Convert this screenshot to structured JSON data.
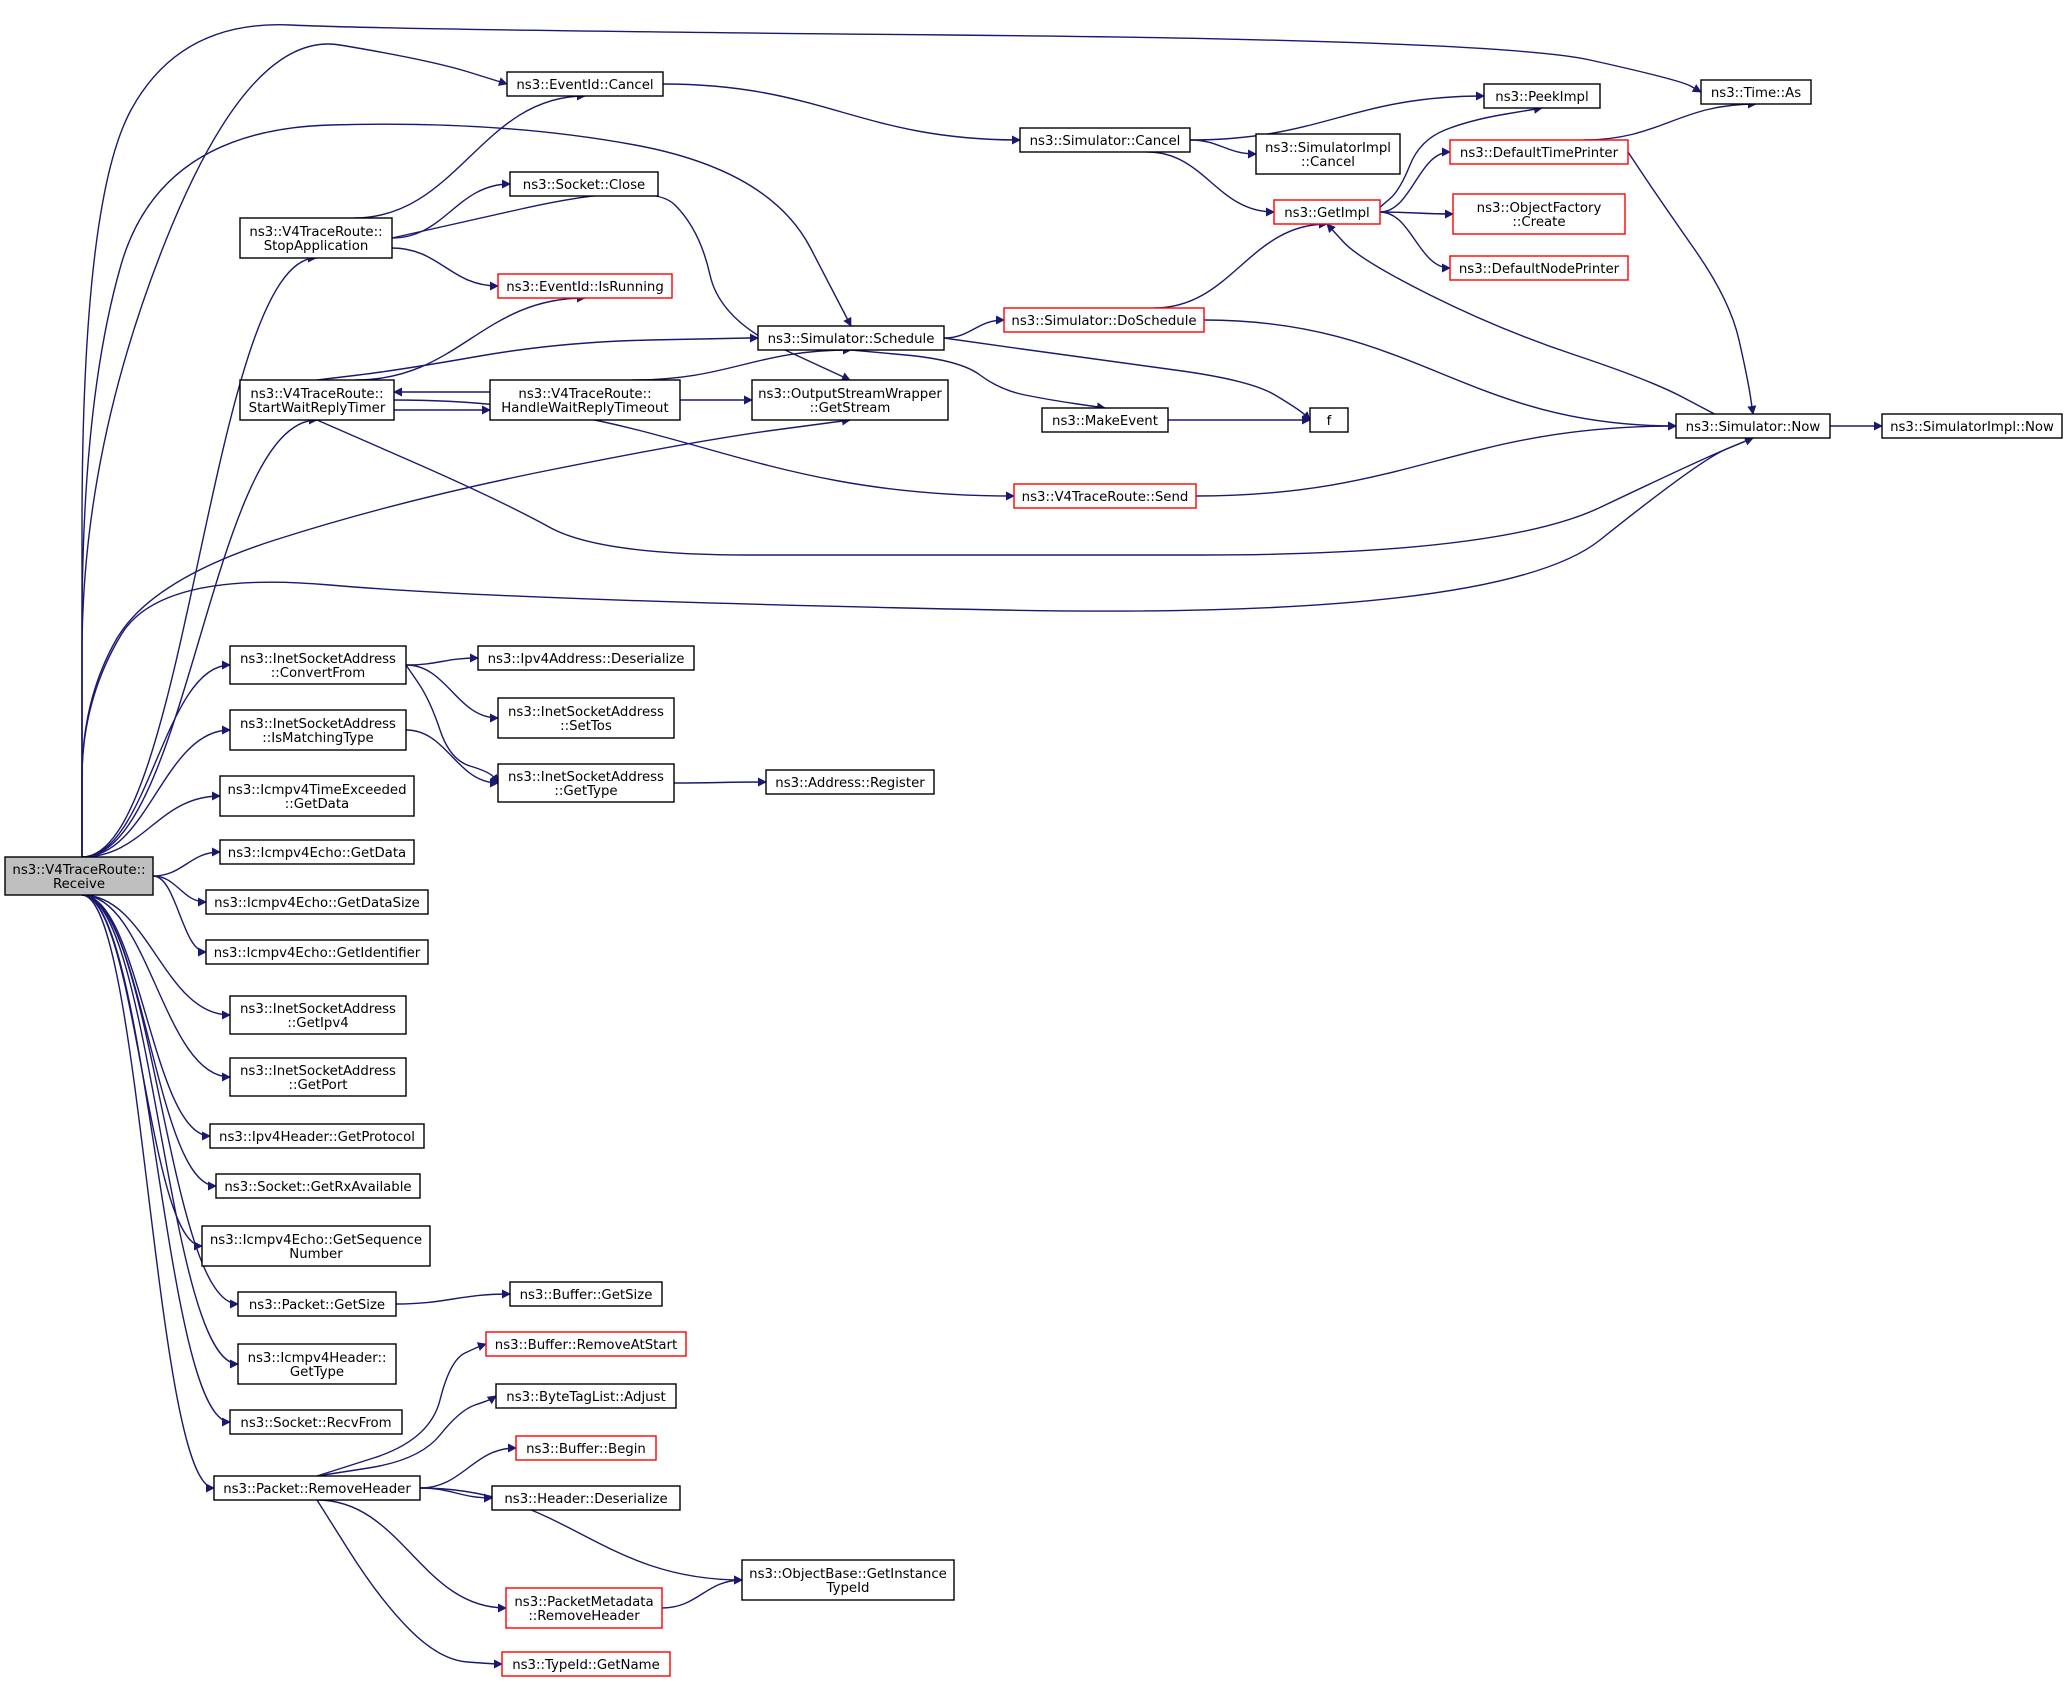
{
  "colors": {
    "edge": "#191970",
    "node_border": "#000000",
    "node_border_truncated": "#ff0000",
    "root_fill": "#bfbfbf",
    "node_fill": "#ffffff"
  },
  "nodes": [
    {
      "id": "root",
      "lines": [
        "ns3::V4TraceRoute::",
        "Receive"
      ],
      "style": "root"
    },
    {
      "id": "eventid_cancel",
      "lines": [
        "ns3::EventId::Cancel"
      ],
      "style": "black"
    },
    {
      "id": "time_as",
      "lines": [
        "ns3::Time::As"
      ],
      "style": "black"
    },
    {
      "id": "stopapp",
      "lines": [
        "ns3::V4TraceRoute::",
        "StopApplication"
      ],
      "style": "black"
    },
    {
      "id": "socket_close",
      "lines": [
        "ns3::Socket::Close"
      ],
      "style": "black"
    },
    {
      "id": "eventid_isrunning",
      "lines": [
        "ns3::EventId::IsRunning"
      ],
      "style": "red"
    },
    {
      "id": "sim_cancel",
      "lines": [
        "ns3::Simulator::Cancel"
      ],
      "style": "black"
    },
    {
      "id": "peekimpl",
      "lines": [
        "ns3::PeekImpl"
      ],
      "style": "black"
    },
    {
      "id": "simimpl_cancel",
      "lines": [
        "ns3::SimulatorImpl",
        "::Cancel"
      ],
      "style": "black"
    },
    {
      "id": "getimpl",
      "lines": [
        "ns3::GetImpl"
      ],
      "style": "red"
    },
    {
      "id": "defaulttimeprinter",
      "lines": [
        "ns3::DefaultTimePrinter"
      ],
      "style": "red"
    },
    {
      "id": "objectfactory_create",
      "lines": [
        "ns3::ObjectFactory",
        "::Create"
      ],
      "style": "red"
    },
    {
      "id": "defaultnodeprinter",
      "lines": [
        "ns3::DefaultNodePrinter"
      ],
      "style": "red"
    },
    {
      "id": "startwait",
      "lines": [
        "ns3::V4TraceRoute::",
        "StartWaitReplyTimer"
      ],
      "style": "black"
    },
    {
      "id": "handlewait",
      "lines": [
        "ns3::V4TraceRoute::",
        "HandleWaitReplyTimeout"
      ],
      "style": "black"
    },
    {
      "id": "sim_schedule",
      "lines": [
        "ns3::Simulator::Schedule"
      ],
      "style": "black"
    },
    {
      "id": "getstream",
      "lines": [
        "ns3::OutputStreamWrapper",
        "::GetStream"
      ],
      "style": "black"
    },
    {
      "id": "doschedule",
      "lines": [
        "ns3::Simulator::DoSchedule"
      ],
      "style": "red"
    },
    {
      "id": "makeevent",
      "lines": [
        "ns3::MakeEvent"
      ],
      "style": "black"
    },
    {
      "id": "f",
      "lines": [
        "f"
      ],
      "style": "black"
    },
    {
      "id": "v4send",
      "lines": [
        "ns3::V4TraceRoute::Send"
      ],
      "style": "red"
    },
    {
      "id": "sim_now",
      "lines": [
        "ns3::Simulator::Now"
      ],
      "style": "black"
    },
    {
      "id": "simimpl_now",
      "lines": [
        "ns3::SimulatorImpl::Now"
      ],
      "style": "black"
    },
    {
      "id": "convertfrom",
      "lines": [
        "ns3::InetSocketAddress",
        "::ConvertFrom"
      ],
      "style": "black"
    },
    {
      "id": "ipv4_deserialize",
      "lines": [
        "ns3::Ipv4Address::Deserialize"
      ],
      "style": "black"
    },
    {
      "id": "settos",
      "lines": [
        "ns3::InetSocketAddress",
        "::SetTos"
      ],
      "style": "black"
    },
    {
      "id": "ismatchingtype",
      "lines": [
        "ns3::InetSocketAddress",
        "::IsMatchingType"
      ],
      "style": "black"
    },
    {
      "id": "inet_gettype",
      "lines": [
        "ns3::InetSocketAddress",
        "::GetType"
      ],
      "style": "black"
    },
    {
      "id": "address_register",
      "lines": [
        "ns3::Address::Register"
      ],
      "style": "black"
    },
    {
      "id": "timeexceeded_getdata",
      "lines": [
        "ns3::Icmpv4TimeExceeded",
        "::GetData"
      ],
      "style": "black"
    },
    {
      "id": "echo_getdata",
      "lines": [
        "ns3::Icmpv4Echo::GetData"
      ],
      "style": "black"
    },
    {
      "id": "echo_getdatasize",
      "lines": [
        "ns3::Icmpv4Echo::GetDataSize"
      ],
      "style": "black"
    },
    {
      "id": "echo_getidentifier",
      "lines": [
        "ns3::Icmpv4Echo::GetIdentifier"
      ],
      "style": "black"
    },
    {
      "id": "inet_getipv4",
      "lines": [
        "ns3::InetSocketAddress",
        "::GetIpv4"
      ],
      "style": "black"
    },
    {
      "id": "inet_getport",
      "lines": [
        "ns3::InetSocketAddress",
        "::GetPort"
      ],
      "style": "black"
    },
    {
      "id": "ipv4header_getprotocol",
      "lines": [
        "ns3::Ipv4Header::GetProtocol"
      ],
      "style": "black"
    },
    {
      "id": "socket_getrxavailable",
      "lines": [
        "ns3::Socket::GetRxAvailable"
      ],
      "style": "black"
    },
    {
      "id": "echo_getsequence",
      "lines": [
        "ns3::Icmpv4Echo::GetSequence",
        "Number"
      ],
      "style": "black"
    },
    {
      "id": "packet_getsize",
      "lines": [
        "ns3::Packet::GetSize"
      ],
      "style": "black"
    },
    {
      "id": "buffer_getsize",
      "lines": [
        "ns3::Buffer::GetSize"
      ],
      "style": "black"
    },
    {
      "id": "icmpv4header_gettype",
      "lines": [
        "ns3::Icmpv4Header::",
        "GetType"
      ],
      "style": "black"
    },
    {
      "id": "socket_recvfrom",
      "lines": [
        "ns3::Socket::RecvFrom"
      ],
      "style": "black"
    },
    {
      "id": "packet_removeheader",
      "lines": [
        "ns3::Packet::RemoveHeader"
      ],
      "style": "black"
    },
    {
      "id": "buffer_removeatstart",
      "lines": [
        "ns3::Buffer::RemoveAtStart"
      ],
      "style": "red"
    },
    {
      "id": "bytetaglist_adjust",
      "lines": [
        "ns3::ByteTagList::Adjust"
      ],
      "style": "black"
    },
    {
      "id": "buffer_begin",
      "lines": [
        "ns3::Buffer::Begin"
      ],
      "style": "red"
    },
    {
      "id": "header_deserialize",
      "lines": [
        "ns3::Header::Deserialize"
      ],
      "style": "black"
    },
    {
      "id": "objectbase_getinstancetypeid",
      "lines": [
        "ns3::ObjectBase::GetInstance",
        "TypeId"
      ],
      "style": "black"
    },
    {
      "id": "packetmetadata_removeheader",
      "lines": [
        "ns3::PacketMetadata",
        "::RemoveHeader"
      ],
      "style": "red"
    },
    {
      "id": "typeid_getname",
      "lines": [
        "ns3::TypeId::GetName"
      ],
      "style": "red"
    }
  ]
}
